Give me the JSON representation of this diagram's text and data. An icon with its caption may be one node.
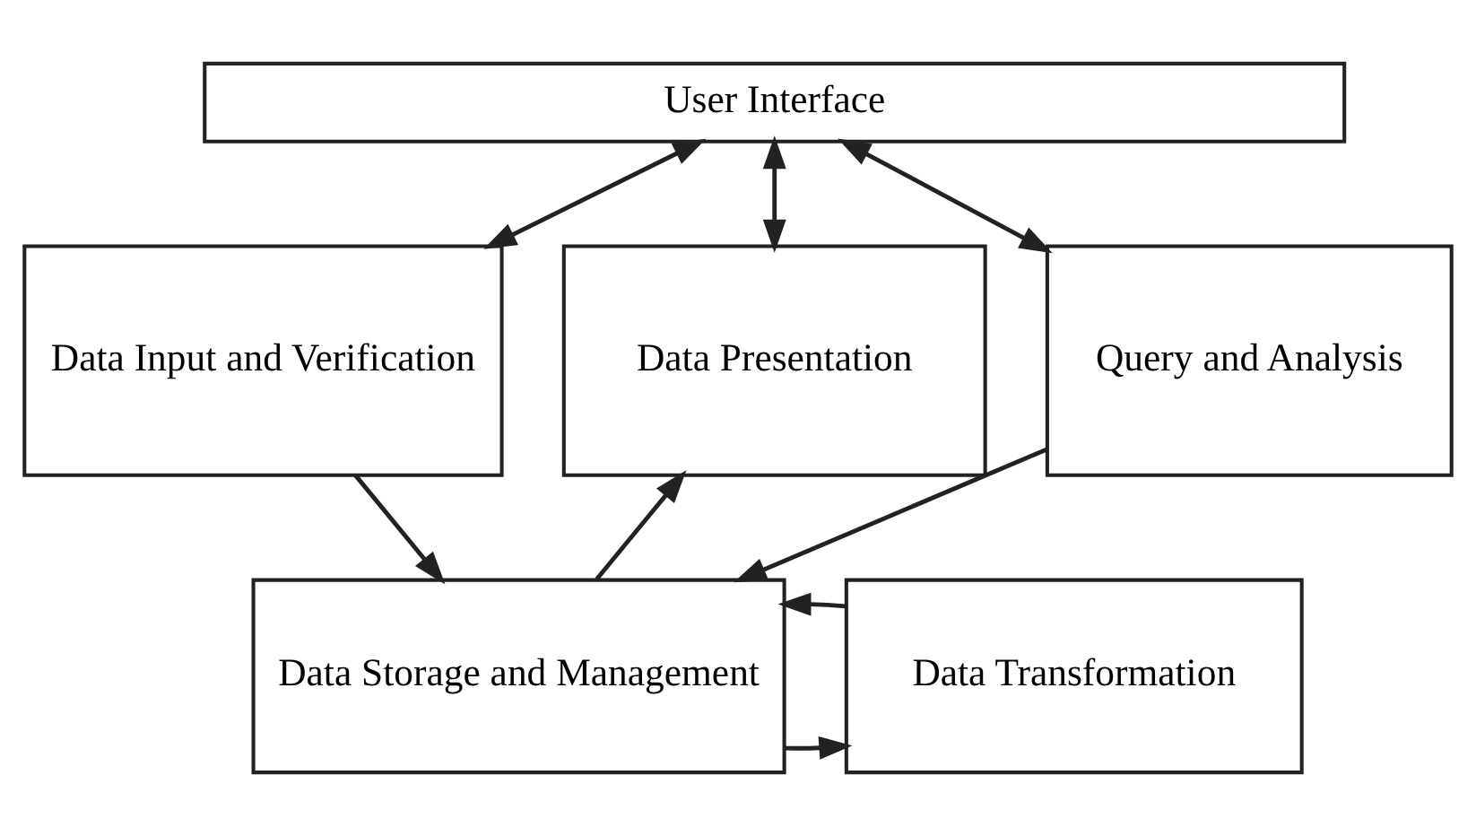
{
  "diagram": {
    "nodes": [
      {
        "text": [
          "User Interface"
        ]
      },
      {
        "text": [
          "Data Input and Verification"
        ]
      },
      {
        "text": [
          "Data Presentation"
        ]
      },
      {
        "text": [
          "Query and Analysis"
        ]
      },
      {
        "text": [
          "Data Storage and Management"
        ]
      },
      {
        "text": [
          "Data Transformation"
        ]
      }
    ],
    "edges": [
      {
        "from": 0,
        "to": 1,
        "arrow": "both"
      },
      {
        "from": 0,
        "to": 2,
        "arrow": "both"
      },
      {
        "from": 0,
        "to": 3,
        "arrow": "both"
      },
      {
        "from": 1,
        "to": 4,
        "arrow": "to"
      },
      {
        "from": 4,
        "to": 2,
        "arrow": "to"
      },
      {
        "from": 3,
        "to": 4,
        "arrow": "to"
      },
      {
        "from": 4,
        "to": 5,
        "arrow": "to"
      },
      {
        "from": 5,
        "to": 4,
        "arrow": "to"
      }
    ]
  }
}
